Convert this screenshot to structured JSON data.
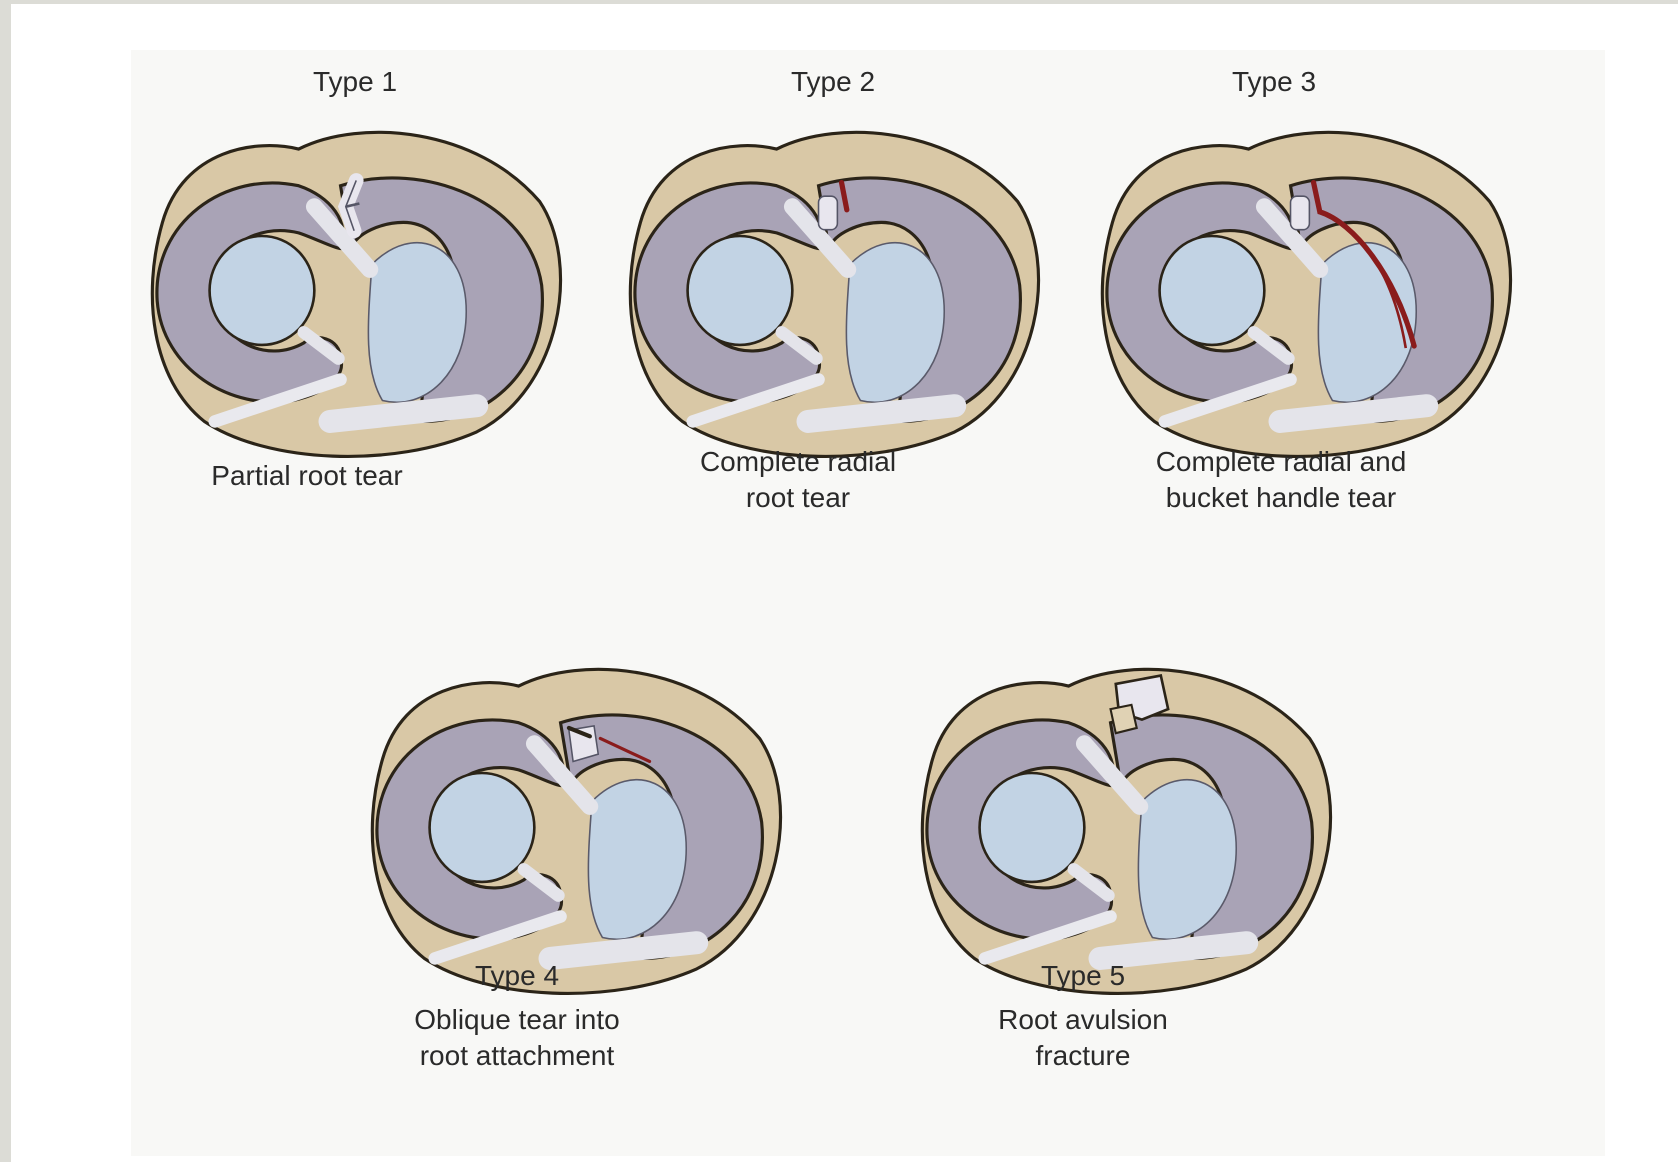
{
  "figure": {
    "panels": [
      {
        "type_label": "Type 1",
        "caption_lines": [
          "Partial root tear"
        ]
      },
      {
        "type_label": "Type 2",
        "caption_lines": [
          "Complete radial",
          "root tear"
        ]
      },
      {
        "type_label": "Type 3",
        "caption_lines": [
          "Complete radial  and",
          "bucket handle tear"
        ]
      },
      {
        "type_label": "Type 4",
        "caption_lines": [
          "Oblique tear into",
          "root attachment"
        ]
      },
      {
        "type_label": "Type 5",
        "caption_lines": [
          "Root avulsion",
          "fracture"
        ]
      }
    ]
  },
  "colors": {
    "bone": "#d9c8a6",
    "meniscus": "#a9a3b6",
    "cartilage": "#c2d3e4",
    "tear": "#8a1c1c",
    "text": "#2a2a2a"
  }
}
